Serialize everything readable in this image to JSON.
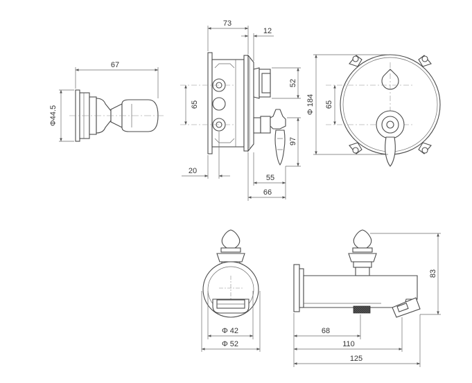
{
  "dimensions": {
    "knob_length": "67",
    "knob_diameter": "Φ44.5",
    "body_depth": "73",
    "plate_thickness": "12",
    "cartridge_spacing": "65",
    "offset_bottom": "20",
    "lever_height": "52",
    "handle_height": "97",
    "projection_55": "55",
    "projection_66": "66",
    "plate_diameter": "Φ 184",
    "plate_axis_spacing": "65",
    "spout_outlet_diameter": "Φ 42",
    "spout_rosette_diameter": "Φ 52",
    "spout_height": "83",
    "spout_length_68": "68",
    "spout_length_110": "110",
    "spout_length_125": "125"
  }
}
